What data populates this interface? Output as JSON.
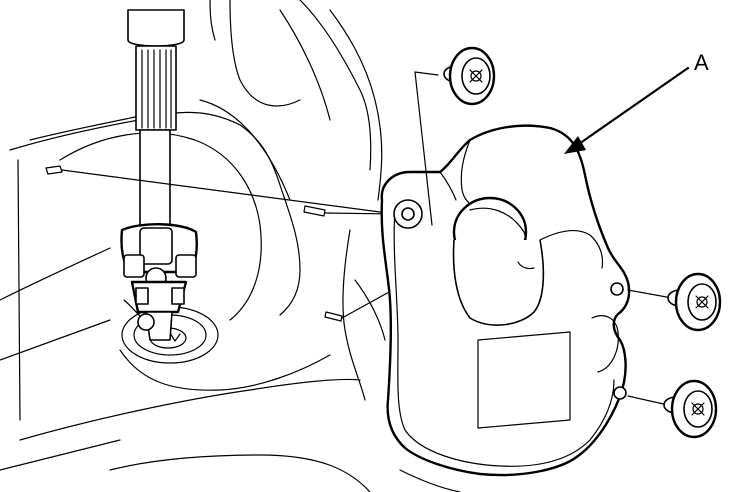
{
  "diagram": {
    "callout": {
      "label": "A"
    },
    "colors": {
      "line": "#000000",
      "background": "#ffffff"
    },
    "parts": [
      {
        "name": "steering-column-shaft"
      },
      {
        "name": "universal-joint"
      },
      {
        "name": "steering-gearbox-pinion-shaft"
      },
      {
        "name": "steering-joint-cover"
      },
      {
        "name": "mounting-studs"
      },
      {
        "name": "clips"
      }
    ]
  }
}
